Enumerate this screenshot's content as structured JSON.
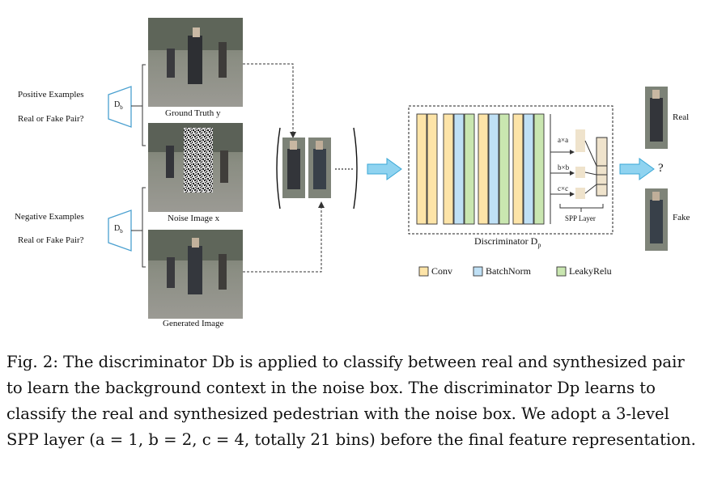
{
  "left_panel": {
    "positive_examples": "Positive Examples",
    "real_or_fake_pair_1": "Real or Fake Pair?",
    "negative_examples": "Negative Examples",
    "real_or_fake_pair_2": "Real or Fake Pair?",
    "db_label": "D",
    "db_sub": "b"
  },
  "images": {
    "ground_truth": "Ground Truth y",
    "noise_image": "Noise Image x",
    "generated_image": "Generated Image"
  },
  "discriminator": {
    "title": "Discriminator D",
    "title_sub": "p",
    "spp_label": "SPP Layer",
    "pool_axa": "a×a",
    "pool_bxb": "b×b",
    "pool_cxc": "c×c",
    "output_real": "Real",
    "output_fake": "Fake",
    "question": "?"
  },
  "legend": [
    {
      "label": "Conv",
      "color": "#fde4a8"
    },
    {
      "label": "BatchNorm",
      "color": "#bfe0f5"
    },
    {
      "label": "LeakyRelu",
      "color": "#c9e6b0"
    }
  ],
  "colors": {
    "accent_arrow": "#8fd3f0",
    "arrow_stroke": "#3aa7d6",
    "db_stroke": "#4aa0d0"
  },
  "caption": {
    "fig_label": "Fig. 2:",
    "text": "The discriminator Db is applied to classify between real and synthesized pair to learn the background context in the noise box. The discriminator Dp learns to classify the real and synthesized pedestrian with the noise box. We adopt a 3-level SPP layer (a = 1, b = 2, c = 4, totally 21 bins) before the final feature representation."
  }
}
